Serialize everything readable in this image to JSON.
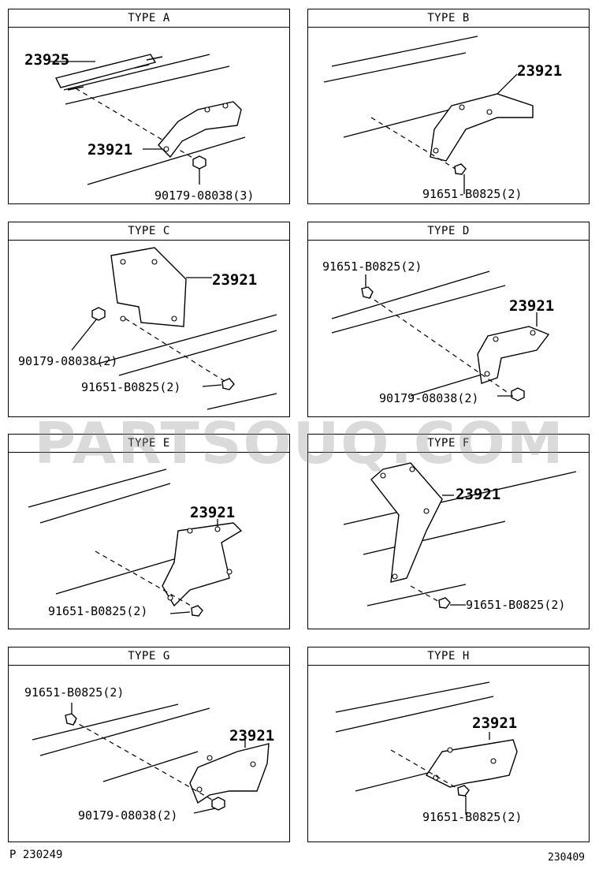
{
  "panels": [
    {
      "title": "TYPE A",
      "labels": [
        "23925",
        "23921",
        "90179-08038(3)"
      ]
    },
    {
      "title": "TYPE B",
      "labels": [
        "23921",
        "91651-B0825(2)"
      ]
    },
    {
      "title": "TYPE C",
      "labels": [
        "23921",
        "90179-08038(2)",
        "91651-B0825(2)"
      ]
    },
    {
      "title": "TYPE D",
      "labels": [
        "91651-B0825(2)",
        "23921",
        "90179-08038(2)"
      ]
    },
    {
      "title": "TYPE E",
      "labels": [
        "23921",
        "91651-B0825(2)"
      ]
    },
    {
      "title": "TYPE F",
      "labels": [
        "23921",
        "91651-B0825(2)"
      ]
    },
    {
      "title": "TYPE G",
      "labels": [
        "91651-B0825(2)",
        "23921",
        "90179-08038(2)"
      ]
    },
    {
      "title": "TYPE H",
      "labels": [
        "23921",
        "91651-B0825(2)"
      ]
    }
  ],
  "watermark": "PARTSOUQ.COM",
  "footer": {
    "left": "P 230249",
    "right": "230409"
  }
}
